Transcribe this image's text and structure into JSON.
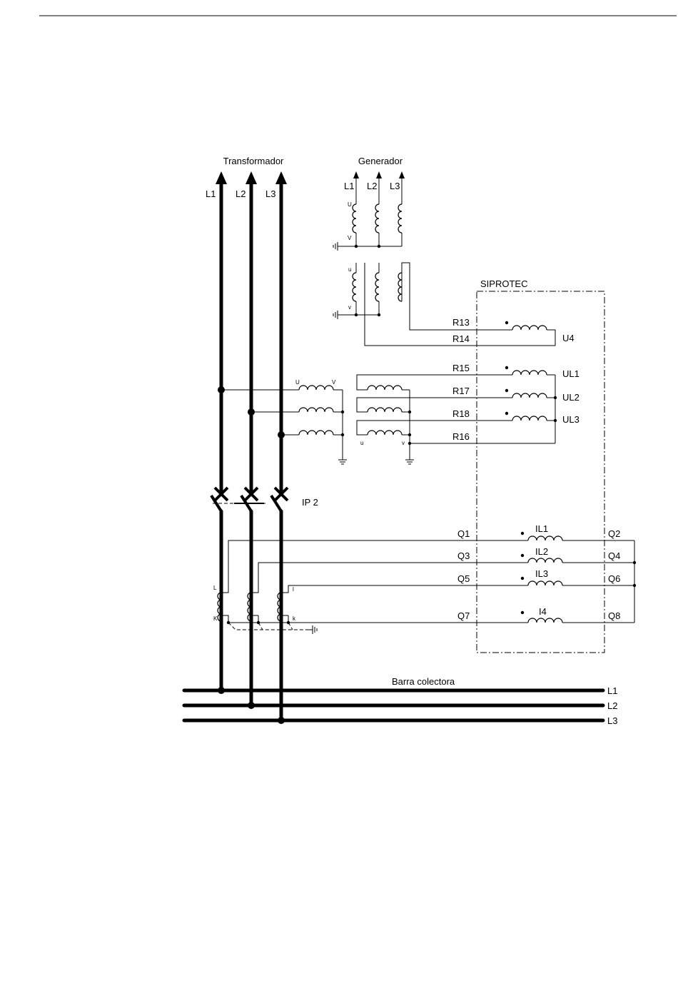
{
  "labels": {
    "transformador": "Transformador",
    "generador": "Generador",
    "siprotec": "SIPROTEC",
    "barra": "Barra colectora",
    "ip2": "IP 2",
    "tr_phases": [
      "L1",
      "L2",
      "L3"
    ],
    "gen_phases": [
      "L1",
      "L2",
      "L3"
    ],
    "bus_phases": [
      "L1",
      "L2",
      "L3"
    ],
    "terminals_left": [
      "R13",
      "R14",
      "R15",
      "R17",
      "R18",
      "R16",
      "Q1",
      "Q3",
      "Q5",
      "Q7"
    ],
    "terminals_right": [
      "Q2",
      "Q4",
      "Q6",
      "Q8"
    ],
    "voltage_inputs": [
      "U4",
      "UL1",
      "UL2",
      "UL3"
    ],
    "current_inputs": [
      "IL1",
      "IL2",
      "IL3",
      "I4"
    ],
    "gen_coil_ends": [
      "U",
      "V"
    ],
    "vt_secondary_ends": [
      "u",
      "v"
    ],
    "vt_primary_ends": [
      "U",
      "V"
    ],
    "vt_open_delta_ends": [
      "u",
      "v"
    ],
    "ct_primary_ends": [
      "L",
      "K"
    ],
    "ct_secondary_ends": [
      "l",
      "k"
    ]
  }
}
